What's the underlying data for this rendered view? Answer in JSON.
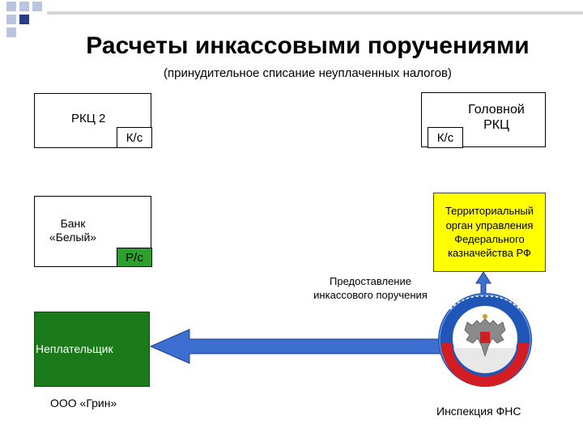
{
  "title": "Расчеты инкассовыми поручениями",
  "subtitle": "(принудительное списание неуплаченных налогов)",
  "rkc2": {
    "label": "РКЦ 2",
    "account": "К/с"
  },
  "head_rkc": {
    "label": "Головной РКЦ",
    "account": "К/с"
  },
  "bank": {
    "label": "Банк «Белый»",
    "account": "Р/с"
  },
  "treasury": {
    "label": "Территориальный орган управления Федерального казначейства РФ"
  },
  "payer": {
    "label": "Неплательщик",
    "name": "ООО «Грин»"
  },
  "order_note": "Предоставление инкассового поручения",
  "tax_inspection": {
    "label": "Инспекция ФНС",
    "emblem_icon": "fns-emblem-icon"
  },
  "colors": {
    "payer_box": "#1a7a1a",
    "bank_account": "#2ea02e",
    "treasury_box": "#ffff00",
    "arrow": "#3d6fd1"
  }
}
